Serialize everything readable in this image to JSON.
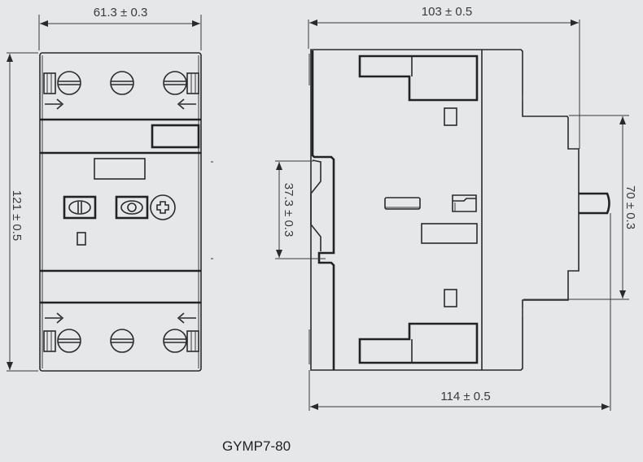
{
  "front_view": {
    "width_dim": "61.3 ± 0.3",
    "height_dim": "121 ± 0.5"
  },
  "side_view": {
    "top_dim": "103 ± 0.5",
    "bottom_dim": "114 ± 0.5",
    "rail_dim": "37.3 ± 0.3",
    "depth_dim": "70 ± 0.3"
  },
  "caption": "GYMP7-80",
  "colors": {
    "background": "#e6e7e9",
    "line": "#222222"
  }
}
